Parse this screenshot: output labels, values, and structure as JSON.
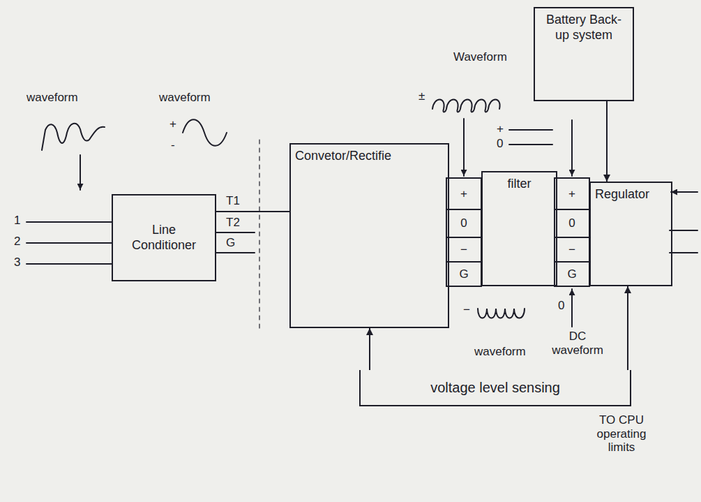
{
  "diagram": {
    "nodes": [
      {
        "text": [
          "Line Conditioner"
        ]
      },
      {
        "text": [
          "Convetor/Rectifie"
        ]
      },
      {
        "text": [
          "filter"
        ]
      },
      {
        "text": [
          "Regulator"
        ]
      },
      {
        "text": [
          "Battery Back-up system"
        ]
      },
      {
        "text": [
          "voltage level sensing"
        ]
      }
    ],
    "edges": [
      {
        "from": 0,
        "to": 1,
        "arrow": "none"
      },
      {
        "from": 1,
        "to": 2,
        "arrow": "none"
      },
      {
        "from": 2,
        "to": 3,
        "arrow": "none"
      },
      {
        "from": 4,
        "to": 3,
        "arrow": "to"
      },
      {
        "from": 5,
        "to": 1,
        "arrow": "to"
      },
      {
        "from": 5,
        "to": 3,
        "arrow": "to"
      }
    ],
    "labels": [
      "waveform",
      "waveform",
      "+",
      "-",
      "Waveform",
      "±",
      "+",
      "0",
      "1",
      "2",
      "3",
      "T1",
      "T2",
      "G",
      "+",
      "0",
      "−",
      "G",
      "+",
      "0",
      "−",
      "G",
      "−",
      "0",
      "waveform",
      "DC waveform",
      "TO CPU operating limits"
    ]
  }
}
